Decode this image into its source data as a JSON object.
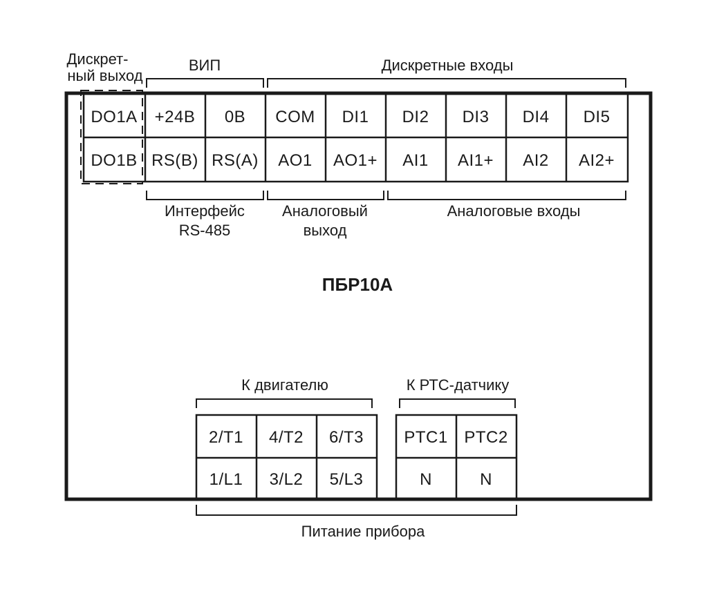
{
  "device": {
    "title": "ПБР10А"
  },
  "top_groups": {
    "discrete_output_line1": "Дискрет-",
    "discrete_output_line2": "ный выход",
    "power_supply": "ВИП",
    "discrete_inputs": "Дискретные входы"
  },
  "middle_groups": {
    "interface_line1": "Интерфейс",
    "interface_line2": "RS-485",
    "analog_output_line1": "Аналоговый",
    "analog_output_line2": "выход",
    "analog_inputs": "Аналоговые входы"
  },
  "top_terminals": {
    "row1": [
      "DO1A",
      "+24В",
      "0В",
      "COM",
      "DI1",
      "DI2",
      "DI3",
      "DI4",
      "DI5"
    ],
    "row2": [
      "DO1B",
      "RS(B)",
      "RS(A)",
      "AO1",
      "AO1+",
      "AI1",
      "AI1+",
      "AI2",
      "AI2+"
    ]
  },
  "bottom_groups": {
    "motor": "К двигателю",
    "ptc_sensor": "К РТС-датчику",
    "device_power": "Питание прибора"
  },
  "motor_terminals": {
    "row1": [
      "2/T1",
      "4/T2",
      "6/T3"
    ],
    "row2": [
      "1/L1",
      "3/L2",
      "5/L3"
    ]
  },
  "ptc_terminals": {
    "row1": [
      "PTC1",
      "PTC2"
    ],
    "row2": [
      "N",
      "N"
    ]
  }
}
